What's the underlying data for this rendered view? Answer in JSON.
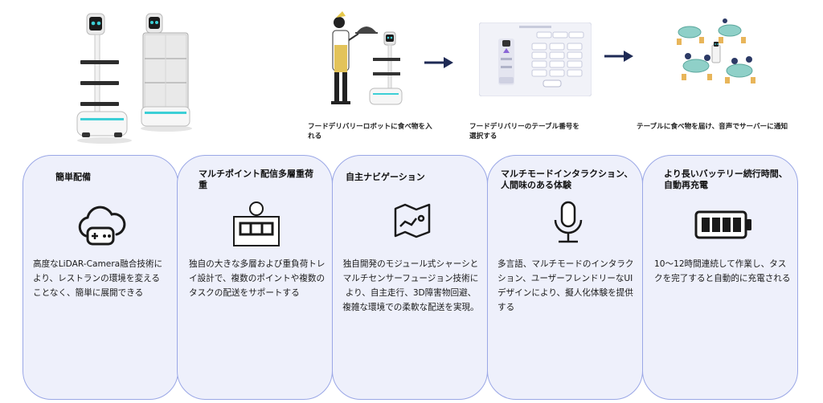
{
  "steps": [
    {
      "caption": "フードデリバリーロボットに食べ物を入れる"
    },
    {
      "caption": "フードデリバリーのテーブル番号を選択する"
    },
    {
      "caption": "テーブルに食べ物を届け、音声でサーバーに通知"
    }
  ],
  "features": [
    {
      "title": "簡単配備",
      "icon": "cloud-gamepad-icon",
      "body": "高度なLiDAR-Camera融合技術により、レストランの環境を変えることなく、簡単に展開できる"
    },
    {
      "title": "マルチポイント配信多層重荷重",
      "icon": "tray-robot-icon",
      "body": "独自の大きな多層および重負荷トレイ設計で、複数のポイントや複数のタスクの配送をサポートする"
    },
    {
      "title": "自主ナビゲーション",
      "icon": "map-route-icon",
      "body": "独自開発のモジュール式シャーシとマルチセンサーフュージョン技術により、自主走行、3D障害物回避、複雑な環境での柔軟な配送を実現。"
    },
    {
      "title": "マルチモードインタラクション、人間味のある体験",
      "icon": "microphone-icon",
      "body": "多言語、マルチモードのインタラクション、ユーザーフレンドリーなUIデザインにより、擬人化体験を提供する"
    },
    {
      "title": "より長いバッテリー続行時間、自動再充電",
      "icon": "battery-full-icon",
      "body": "10～12時間連続して作業し、タスクを完了すると自動的に充電される"
    }
  ],
  "colors": {
    "card_bg": "#eef0fb",
    "card_border": "#9aa7e6",
    "arrow": "#1e2a55",
    "accent_teal": "#3ccfd6"
  }
}
